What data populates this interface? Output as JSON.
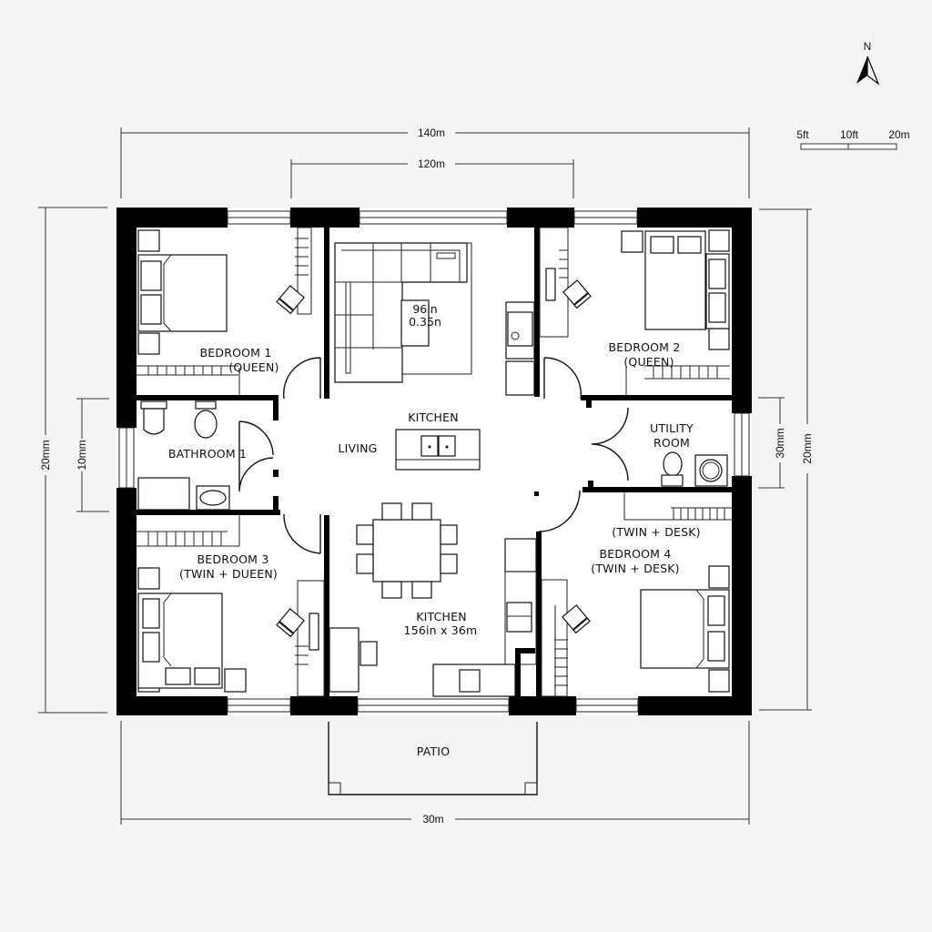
{
  "compass": {
    "label": "N"
  },
  "scale_bar": {
    "ticks": [
      "5ft",
      "10ft",
      "20m"
    ]
  },
  "dimensions": {
    "top_outer": "140m",
    "top_inner": "120m",
    "bottom": "30m",
    "left_outer": "20mm",
    "left_inner": "10mm",
    "right_outer": "20mm",
    "right_inner": "30mm"
  },
  "rooms": {
    "bedroom1": {
      "name": "BEDROOM 1",
      "sub": "(QUEEN)"
    },
    "bedroom2": {
      "name": "BEDROOM 2",
      "sub": "(QUEEN)"
    },
    "bedroom3": {
      "name": "BEDROOM 3",
      "sub": "(TWIN + DUEEN)"
    },
    "bedroom4": {
      "name": "BEDROOM 4",
      "sub": "(TWIN + DESK)",
      "extra": "(TWIN + DESK)"
    },
    "bathroom1": {
      "name": "BATHROOM 1"
    },
    "utility": {
      "line1": "UTILITY",
      "line2": "ROOM"
    },
    "living": {
      "name": "LIVING"
    },
    "kitchen_top": {
      "name": "KITCHEN"
    },
    "kitchen_bottom": {
      "name": "KITCHEN",
      "size": "156in x 36m"
    },
    "living_rug": {
      "line1": "96in",
      "line2": "0.35n"
    },
    "patio": {
      "name": "PATIO"
    }
  }
}
